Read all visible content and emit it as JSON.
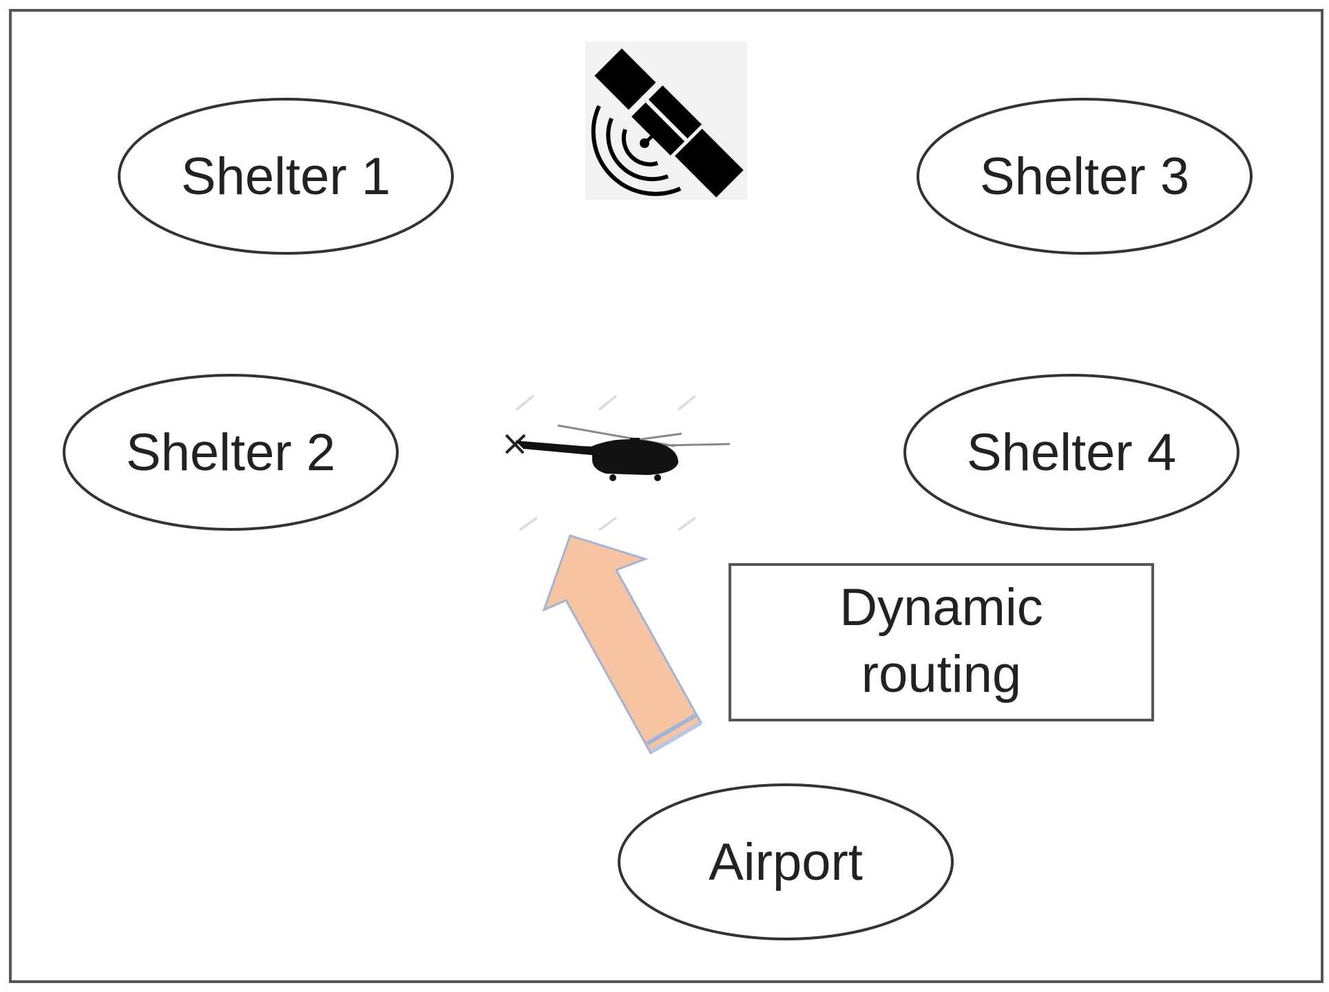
{
  "nodes": {
    "shelter_1": "Shelter 1",
    "shelter_2": "Shelter 2",
    "shelter_3": "Shelter 3",
    "shelter_4": "Shelter 4",
    "airport": "Airport"
  },
  "routing_box": {
    "line1": "Dynamic",
    "line2": "routing"
  },
  "icons": {
    "satellite": "satellite-icon",
    "helicopter": "helicopter-icon",
    "arrow": "arrow-up-icon"
  },
  "colors": {
    "arrow_fill": "#f6c4a3",
    "arrow_stroke": "#9fb4d6",
    "frame": "#555555",
    "ellipse_stroke": "#333333"
  }
}
